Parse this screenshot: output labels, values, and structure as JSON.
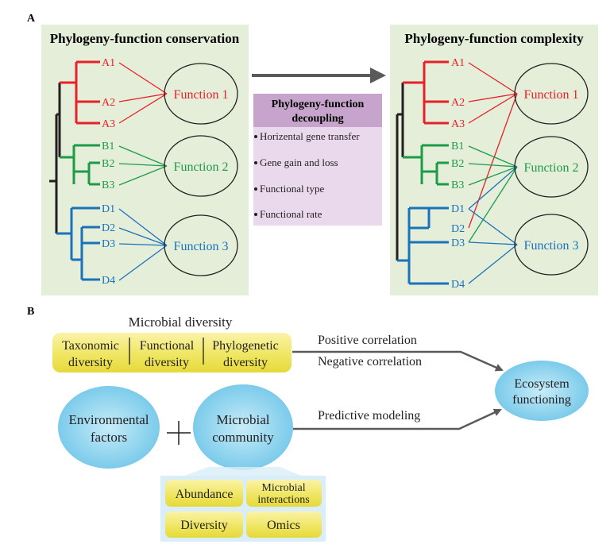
{
  "panelA": {
    "label": "A",
    "left": {
      "title": "Phylogeny-function conservation",
      "tips": [
        "A1",
        "A2",
        "A3",
        "B1",
        "B2",
        "B3",
        "D1",
        "D2",
        "D3",
        "D4"
      ],
      "functions": [
        "Function 1",
        "Function 2",
        "Function 3"
      ]
    },
    "middle": {
      "header_line1": "Phylogeny-function",
      "header_line2": "decoupling",
      "bullets": [
        "Horizental gene transfer",
        "Gene gain and loss",
        "Functional type",
        "Functional rate"
      ]
    },
    "right": {
      "title": "Phylogeny-function complexity",
      "tips": [
        "A1",
        "A2",
        "A3",
        "B1",
        "B2",
        "B3",
        "D1",
        "D2",
        "D3",
        "D4"
      ],
      "functions": [
        "Function 1",
        "Function 2",
        "Function 3"
      ]
    }
  },
  "panelB": {
    "label": "B",
    "diversity_title": "Microbial diversity",
    "diversity_types": [
      {
        "line1": "Taxonomic",
        "line2": "diversity"
      },
      {
        "line1": "Functional",
        "line2": "diversity"
      },
      {
        "line1": "Phylogenetic",
        "line2": "diversity"
      }
    ],
    "positive": "Positive correlation",
    "negative": "Negative correlation",
    "predictive": "Predictive modeling",
    "ecosystem": {
      "line1": "Ecosystem",
      "line2": "functioning"
    },
    "environment": {
      "line1": "Environmental",
      "line2": "factors"
    },
    "community": {
      "line1": "Microbial",
      "line2": "community"
    },
    "plus": "+",
    "attributes": [
      {
        "line1": "Abundance",
        "line2": ""
      },
      {
        "line1": "Microbial",
        "line2": "interactions"
      },
      {
        "line1": "Diversity",
        "line2": ""
      },
      {
        "line1": "Omics",
        "line2": ""
      }
    ]
  },
  "colors": {
    "panel_bg": "#e4eed9",
    "red": "#e8202a",
    "green": "#1d9b48",
    "blue": "#1a72bb",
    "black": "#231f20",
    "arrow_gray": "#5a5a5a",
    "decoupling_header": "#c7a4cc",
    "decoupling_body": "#ead8ec",
    "yellow": "#eee55e",
    "ellipse_blue": "#8dd3ec",
    "attributes_bg": "#d9eef8"
  }
}
